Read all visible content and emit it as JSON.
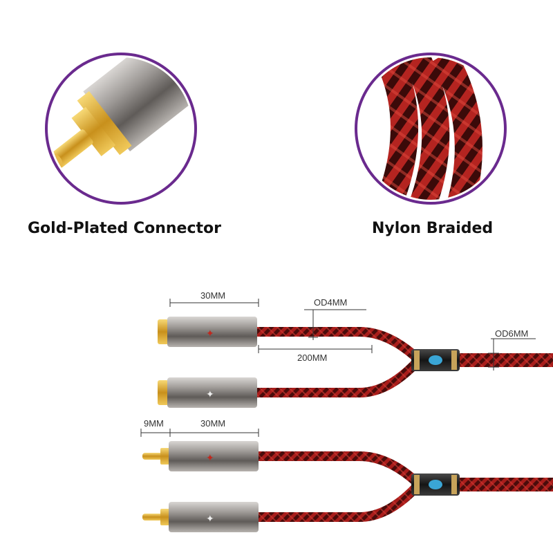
{
  "features": {
    "left_label": "Gold-Plated Connector",
    "right_label": "Nylon Braided"
  },
  "dimensions": {
    "female_body_length": "30MM",
    "thin_cable_od": "OD4MM",
    "split_length": "200MM",
    "main_cable_od": "OD6MM",
    "male_pin_length": "9MM",
    "male_body_length": "30MM"
  },
  "colors": {
    "ring": "#6a2a8e",
    "braid_red": "#b0201e",
    "braid_dark": "#2a0606",
    "metal": "#8d8a88",
    "gold": "#d6a22a"
  },
  "icons": {
    "connector_detail": "rca-gold-plug-icon",
    "braid_detail": "nylon-braid-icon",
    "splitter": "y-splitter-icon"
  }
}
